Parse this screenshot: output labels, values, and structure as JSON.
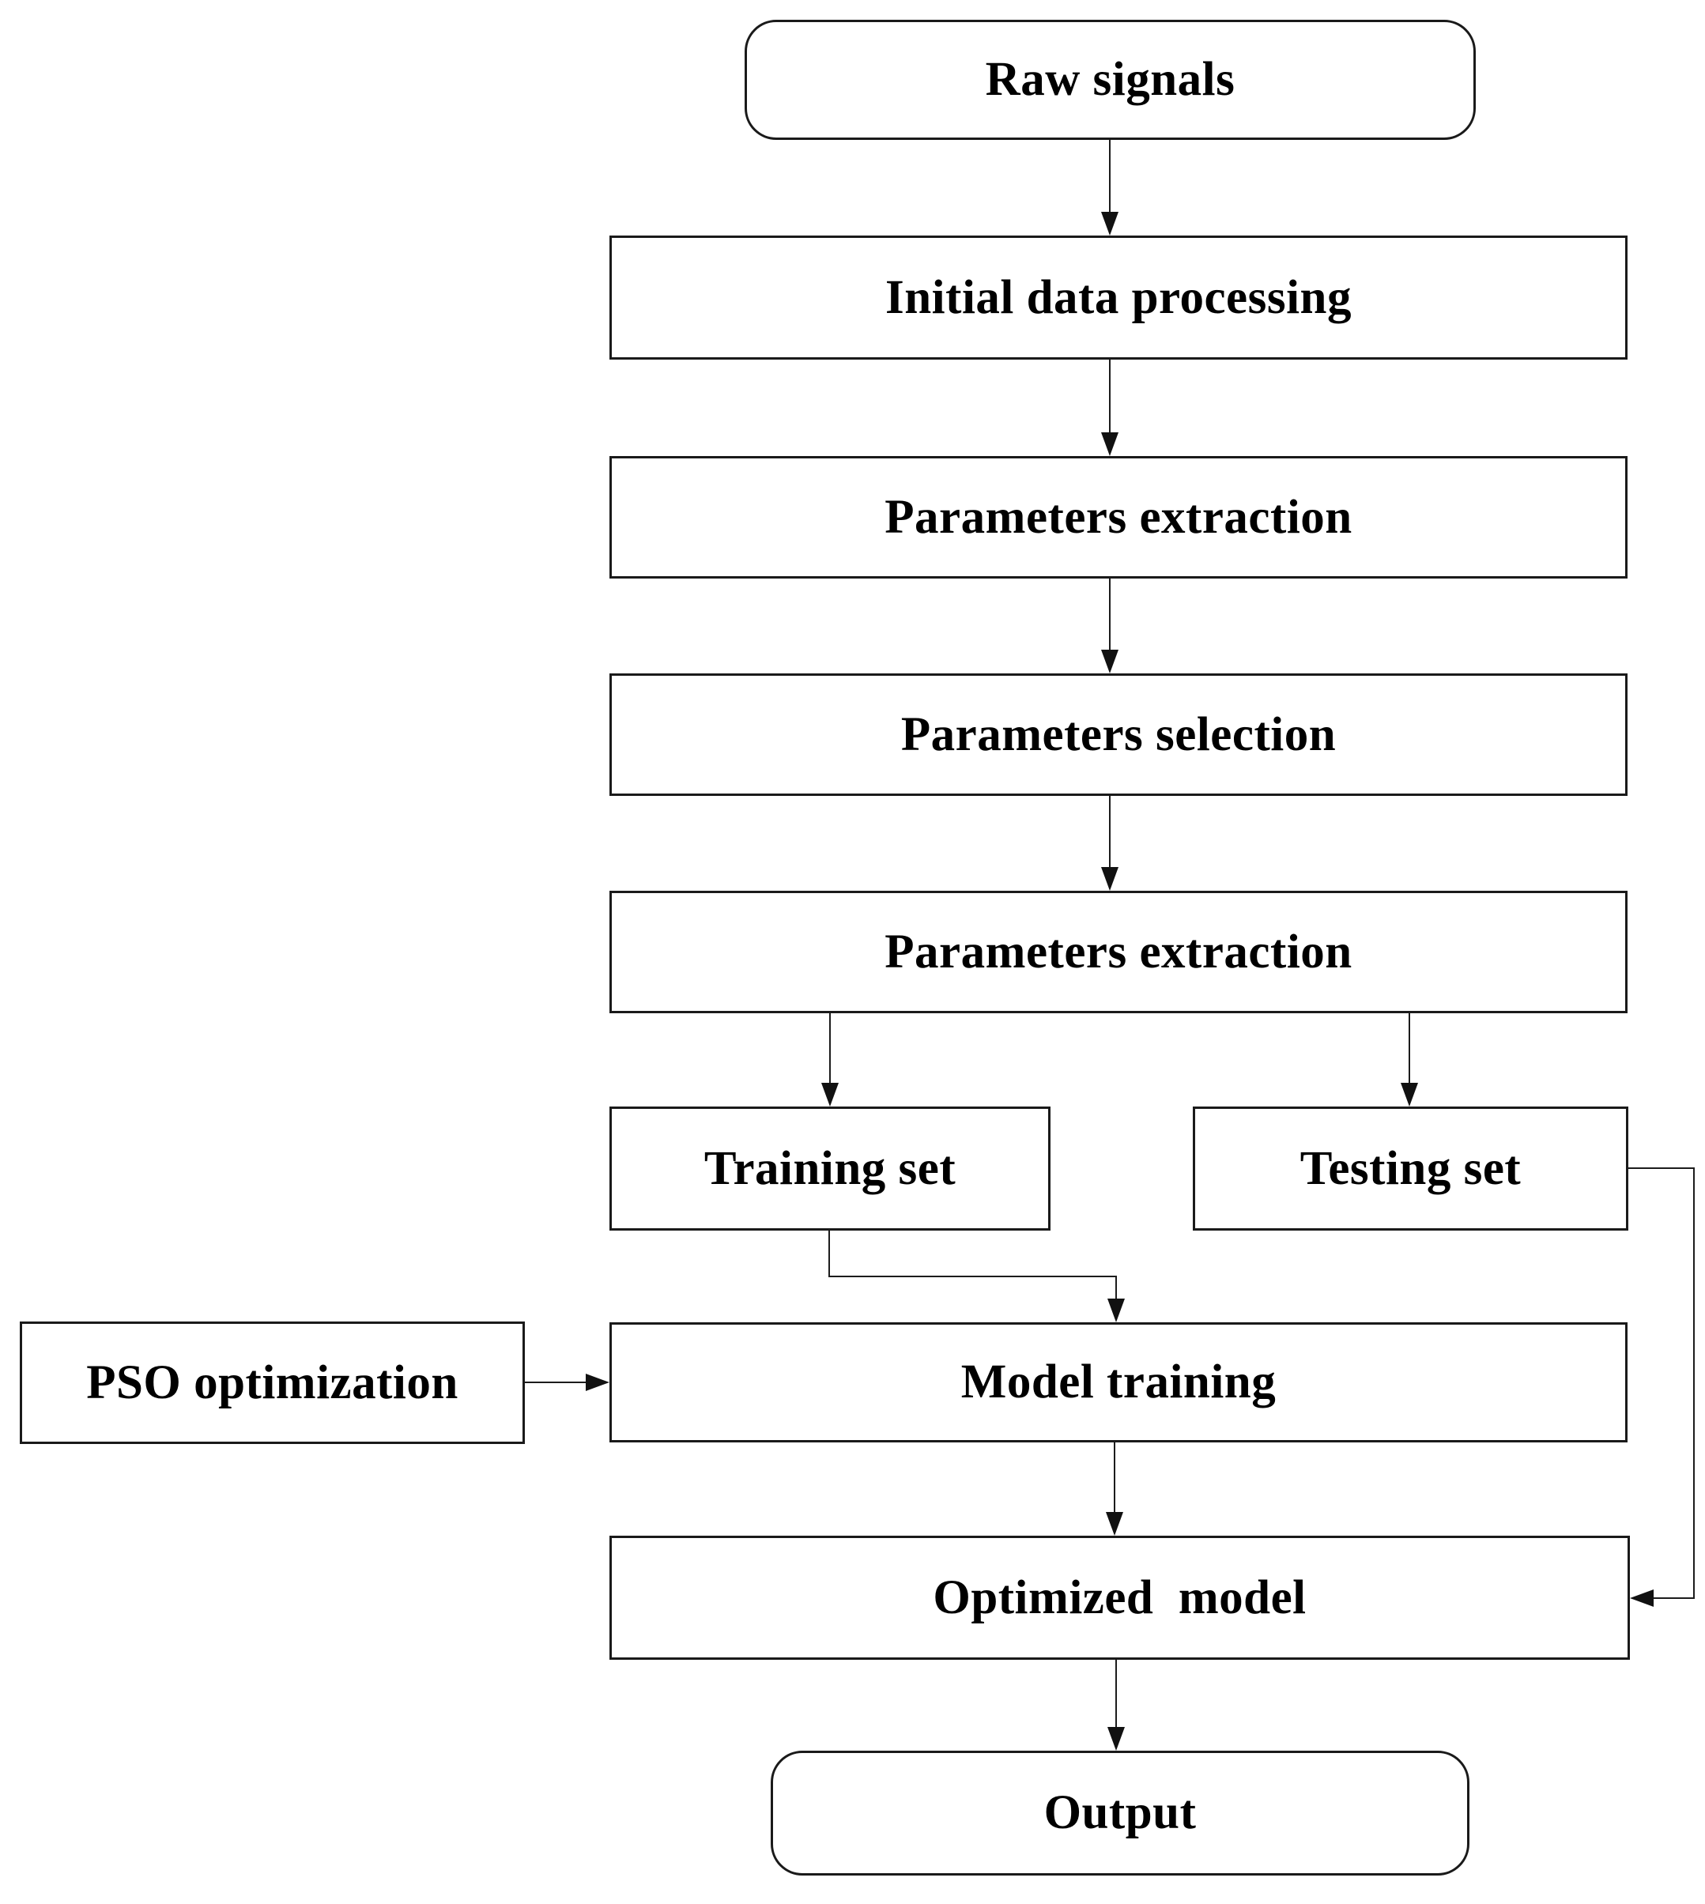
{
  "diagram": {
    "type": "flowchart",
    "colors": {
      "background": "#ffffff",
      "box_border": "#1a1a1a",
      "line": "#1c1c1c",
      "text": "#000000"
    },
    "nodes": {
      "raw_signals": {
        "label": "Raw signals",
        "shape": "rounded"
      },
      "initial_data_processing": {
        "label": "Initial data processing",
        "shape": "rect"
      },
      "parameters_extraction_1": {
        "label": "Parameters extraction",
        "shape": "rect"
      },
      "parameters_selection": {
        "label": "Parameters selection",
        "shape": "rect"
      },
      "parameters_extraction_2": {
        "label": "Parameters extraction",
        "shape": "rect"
      },
      "training_set": {
        "label": "Training set",
        "shape": "rect"
      },
      "testing_set": {
        "label": "Testing set",
        "shape": "rect"
      },
      "pso_optimization": {
        "label": "PSO optimization",
        "shape": "rect"
      },
      "model_training": {
        "label": "Model training",
        "shape": "rect"
      },
      "optimized_model": {
        "label": "Optimized  model",
        "shape": "rect"
      },
      "output": {
        "label": "Output",
        "shape": "rounded"
      }
    },
    "edges": [
      {
        "from": "raw_signals",
        "to": "initial_data_processing"
      },
      {
        "from": "initial_data_processing",
        "to": "parameters_extraction_1"
      },
      {
        "from": "parameters_extraction_1",
        "to": "parameters_selection"
      },
      {
        "from": "parameters_selection",
        "to": "parameters_extraction_2"
      },
      {
        "from": "parameters_extraction_2",
        "to": "training_set"
      },
      {
        "from": "parameters_extraction_2",
        "to": "testing_set"
      },
      {
        "from": "training_set",
        "to": "model_training"
      },
      {
        "from": "pso_optimization",
        "to": "model_training"
      },
      {
        "from": "model_training",
        "to": "optimized_model"
      },
      {
        "from": "testing_set",
        "to": "optimized_model"
      },
      {
        "from": "optimized_model",
        "to": "output"
      }
    ]
  }
}
